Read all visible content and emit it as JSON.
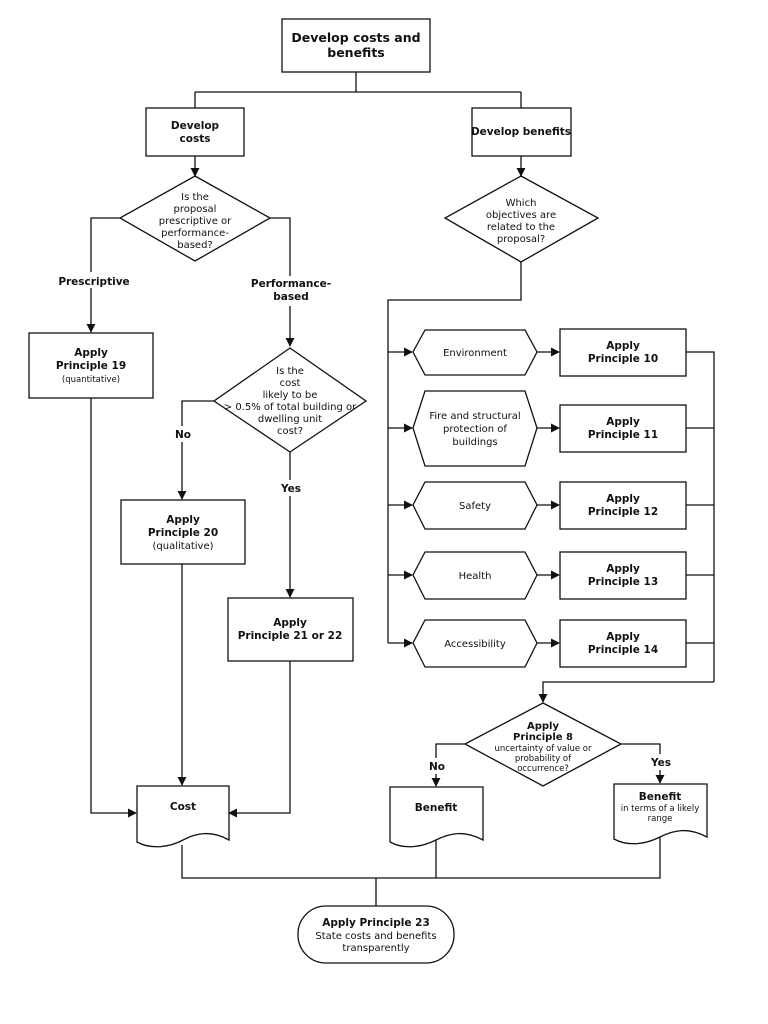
{
  "title": [
    "Develop costs and",
    "benefits"
  ],
  "develop_costs": [
    "Develop",
    "costs"
  ],
  "develop_benefits": "Develop benefits",
  "decision_type": [
    "Is the",
    "proposal",
    "prescriptive or",
    "performance-",
    "based?"
  ],
  "decision_objectives": [
    "Which",
    "objectives are",
    "related to the",
    "proposal?"
  ],
  "label_prescriptive": "Prescriptive",
  "label_performance": [
    "Performance-",
    "based"
  ],
  "p19": {
    "line1": "Apply",
    "line2": "Principle 19",
    "note": "(quantitative)"
  },
  "decision_cost": [
    "Is the",
    "cost",
    "likely to be",
    "> 0.5% of total building or",
    "dwelling unit",
    "cost?"
  ],
  "label_no": "No",
  "label_yes": "Yes",
  "p20": {
    "line1": "Apply",
    "line2": "Principle 20",
    "note": "(qualitative)"
  },
  "p2122": {
    "line1": "Apply",
    "line2": "Principle 21 or 22"
  },
  "objectives": [
    {
      "label": [
        "Environment"
      ],
      "apply": "Apply",
      "principle": "Principle 10"
    },
    {
      "label": [
        "Fire and structural",
        "protection of",
        "buildings"
      ],
      "apply": "Apply",
      "principle": "Principle 11"
    },
    {
      "label": [
        "Safety"
      ],
      "apply": "Apply",
      "principle": "Principle 12"
    },
    {
      "label": [
        "Health"
      ],
      "apply": "Apply",
      "principle": "Principle 13"
    },
    {
      "label": [
        "Accessibility"
      ],
      "apply": "Apply",
      "principle": "Principle 14"
    }
  ],
  "decision_p8": {
    "bold": [
      "Apply",
      "Principle 8"
    ],
    "text": [
      "uncertainty of value or",
      "probability of",
      "occurrence?"
    ]
  },
  "cost_doc": "Cost",
  "benefit_doc": "Benefit",
  "benefit_range": {
    "title": "Benefit",
    "text": [
      "in terms of a likely",
      "range"
    ]
  },
  "p23": {
    "title": "Apply Principle 23",
    "text": [
      "State costs and benefits",
      "transparently"
    ]
  }
}
